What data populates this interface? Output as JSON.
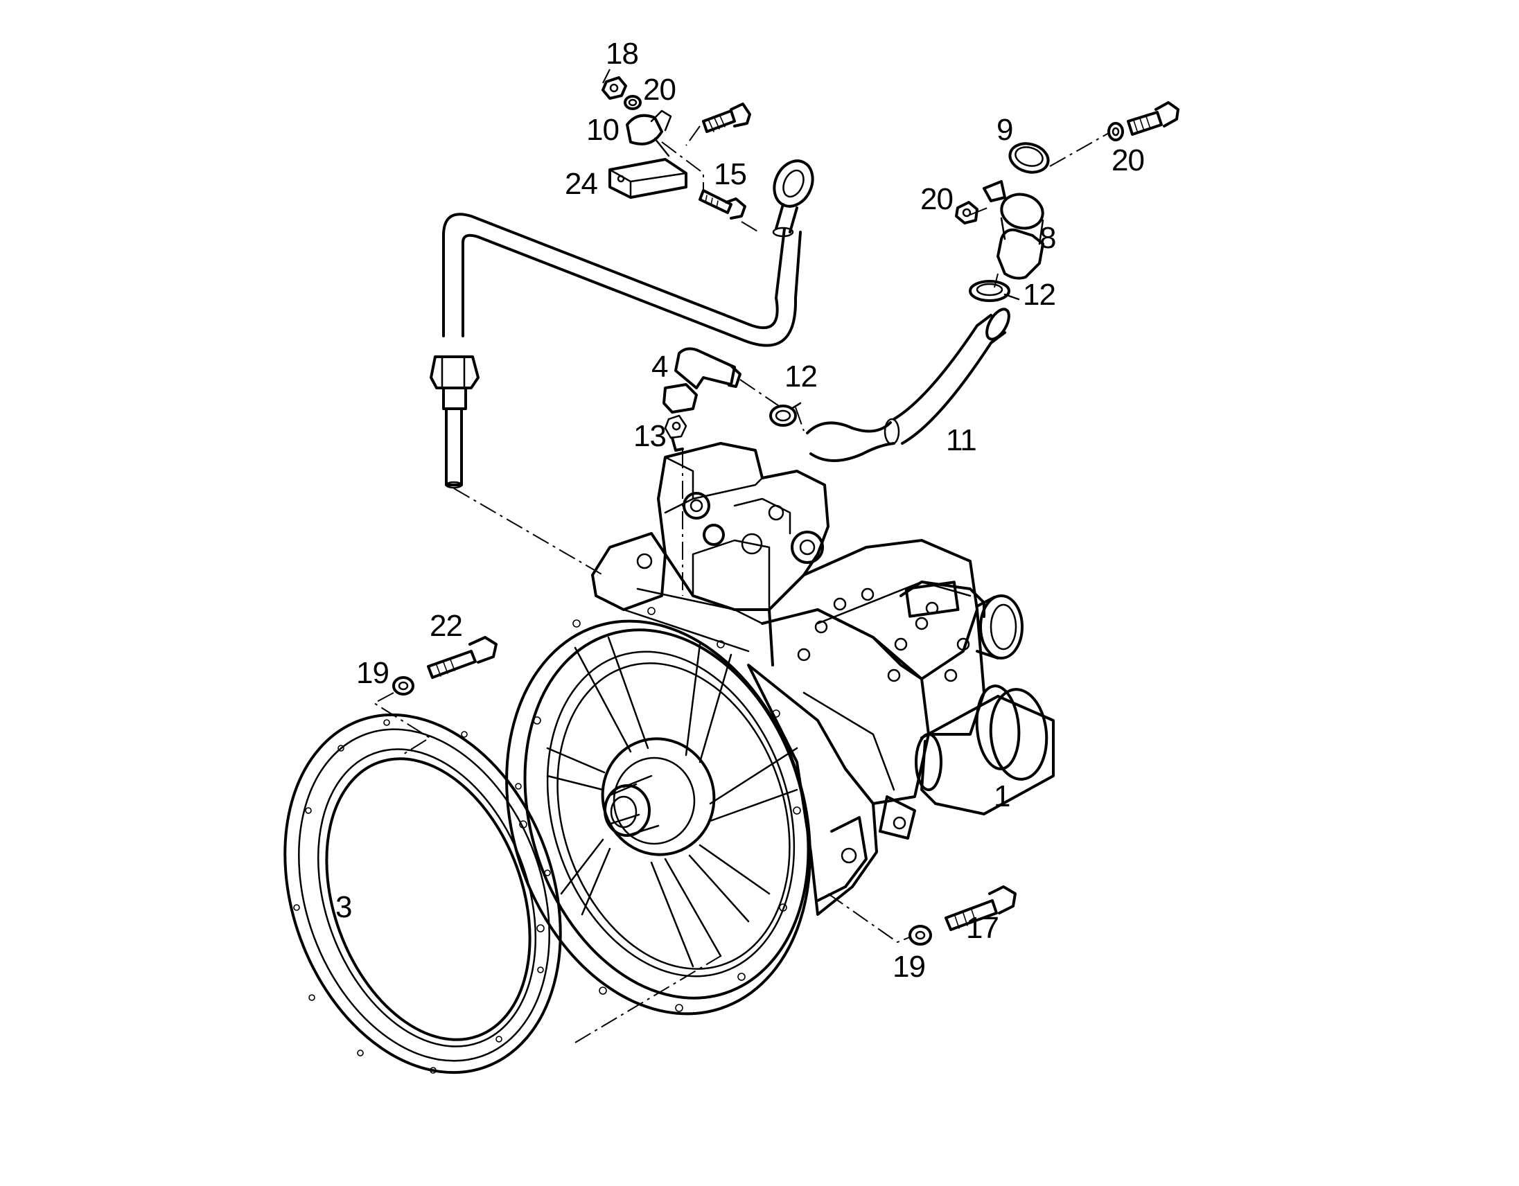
{
  "diagram": {
    "labels": {
      "l18": "18",
      "l20a": "20",
      "l10": "10",
      "l24": "24",
      "l15": "15",
      "l9": "9",
      "l20b": "20",
      "l20c": "20",
      "l8": "8",
      "l12a": "12",
      "l4": "4",
      "l12b": "12",
      "l13": "13",
      "l11": "11",
      "l22": "22",
      "l19a": "19",
      "l1": "1",
      "l3": "3",
      "l17": "17",
      "l19b": "19"
    }
  }
}
